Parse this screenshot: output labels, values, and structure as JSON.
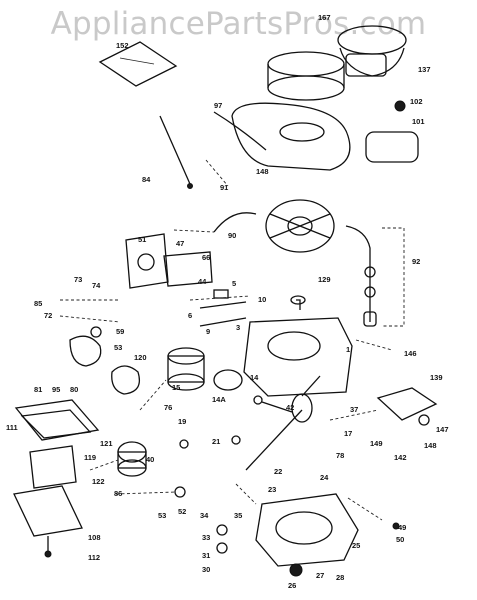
{
  "watermark": "AppliancePartsPros.com",
  "callouts": [
    {
      "id": "c152",
      "text": "152"
    },
    {
      "id": "c167",
      "text": "167"
    },
    {
      "id": "c137",
      "text": "137"
    },
    {
      "id": "c102",
      "text": "102"
    },
    {
      "id": "c101",
      "text": "101"
    },
    {
      "id": "c84",
      "text": "84"
    },
    {
      "id": "c97",
      "text": "97"
    },
    {
      "id": "c91",
      "text": "91"
    },
    {
      "id": "c148",
      "text": "148"
    },
    {
      "id": "c90",
      "text": "90"
    },
    {
      "id": "c66",
      "text": "66"
    },
    {
      "id": "c51",
      "text": "51"
    },
    {
      "id": "c47",
      "text": "47"
    },
    {
      "id": "c44",
      "text": "44"
    },
    {
      "id": "c73",
      "text": "73"
    },
    {
      "id": "c74",
      "text": "74"
    },
    {
      "id": "c85",
      "text": "85"
    },
    {
      "id": "c72",
      "text": "72"
    },
    {
      "id": "c10",
      "text": "10"
    },
    {
      "id": "c129",
      "text": "129"
    },
    {
      "id": "c92",
      "text": "92"
    },
    {
      "id": "c1",
      "text": "1"
    },
    {
      "id": "c59",
      "text": "59"
    },
    {
      "id": "c53",
      "text": "53"
    },
    {
      "id": "c80",
      "text": "80"
    },
    {
      "id": "c81",
      "text": "81"
    },
    {
      "id": "c95",
      "text": "95"
    },
    {
      "id": "c146",
      "text": "146"
    },
    {
      "id": "c139",
      "text": "139"
    },
    {
      "id": "c15",
      "text": "15"
    },
    {
      "id": "c14a",
      "text": "14A"
    },
    {
      "id": "c111",
      "text": "111"
    },
    {
      "id": "c121",
      "text": "121"
    },
    {
      "id": "c119",
      "text": "119"
    },
    {
      "id": "c76",
      "text": "76"
    },
    {
      "id": "c19",
      "text": "19"
    },
    {
      "id": "c21",
      "text": "21"
    },
    {
      "id": "c37",
      "text": "37"
    },
    {
      "id": "c147",
      "text": "147"
    },
    {
      "id": "c149",
      "text": "149"
    },
    {
      "id": "c142",
      "text": "142"
    },
    {
      "id": "c148b",
      "text": "148"
    },
    {
      "id": "c122",
      "text": "122"
    },
    {
      "id": "c86",
      "text": "86"
    },
    {
      "id": "c22",
      "text": "22"
    },
    {
      "id": "c23",
      "text": "23"
    },
    {
      "id": "c24",
      "text": "24"
    },
    {
      "id": "c53b",
      "text": "53"
    },
    {
      "id": "c52",
      "text": "52"
    },
    {
      "id": "c34",
      "text": "34"
    },
    {
      "id": "c35",
      "text": "35"
    },
    {
      "id": "c33",
      "text": "33"
    },
    {
      "id": "c31",
      "text": "31"
    },
    {
      "id": "c30",
      "text": "30"
    },
    {
      "id": "c25",
      "text": "25"
    },
    {
      "id": "c49",
      "text": "49"
    },
    {
      "id": "c50",
      "text": "50"
    },
    {
      "id": "c26",
      "text": "26"
    },
    {
      "id": "c27",
      "text": "27"
    },
    {
      "id": "c28",
      "text": "28"
    },
    {
      "id": "c108",
      "text": "108"
    },
    {
      "id": "c112",
      "text": "112"
    },
    {
      "id": "c120",
      "text": "120"
    },
    {
      "id": "c40",
      "text": "40"
    },
    {
      "id": "c17",
      "text": "17"
    },
    {
      "id": "c78",
      "text": "78"
    },
    {
      "id": "c42",
      "text": "42"
    },
    {
      "id": "c14b",
      "text": "14"
    },
    {
      "id": "c5",
      "text": "5"
    },
    {
      "id": "c6",
      "text": "6"
    },
    {
      "id": "c9",
      "text": "9"
    },
    {
      "id": "c3",
      "text": "3"
    }
  ]
}
